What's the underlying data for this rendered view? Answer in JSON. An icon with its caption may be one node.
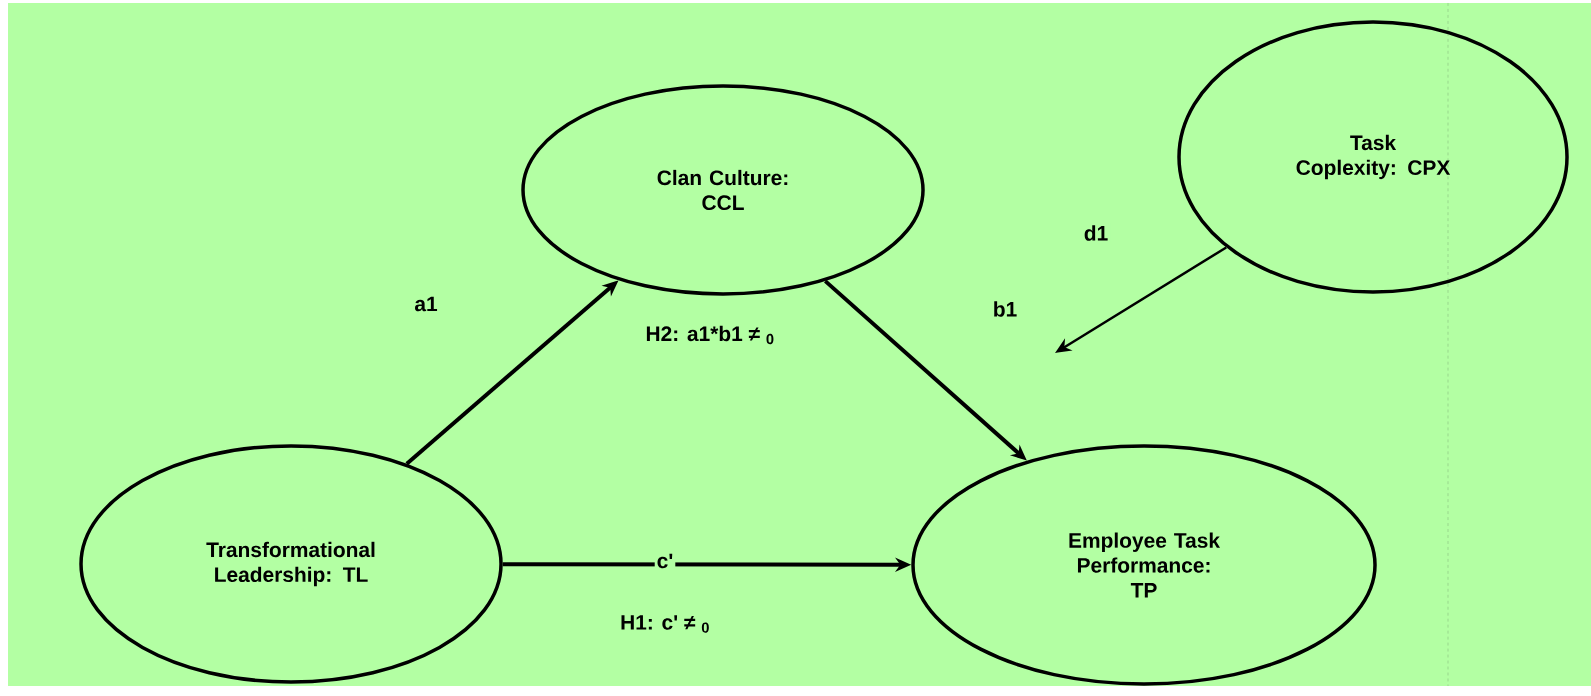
{
  "diagram": {
    "nodes": [
      {
        "text": [
          "Clan Culture: CCL"
        ]
      },
      {
        "text": [
          "Task Coplexity: CPX"
        ]
      },
      {
        "text": [
          "Transformational Leadership: TL"
        ]
      },
      {
        "text": [
          "Employee Task Performance: TP"
        ]
      }
    ],
    "edges": [
      {
        "from": 2,
        "to": 0,
        "arrow": "to",
        "label": "a1"
      },
      {
        "from": 0,
        "to": 3,
        "arrow": "to",
        "label": "b1"
      },
      {
        "from": 2,
        "to": 3,
        "arrow": "to",
        "label": "c'"
      },
      {
        "from": 1,
        "to": null,
        "arrow": "to",
        "label": "d1"
      }
    ],
    "labels": [
      "H2: a1*b1 ≠ $_{0}$",
      "H1: c' ≠ $_{0}$"
    ]
  }
}
